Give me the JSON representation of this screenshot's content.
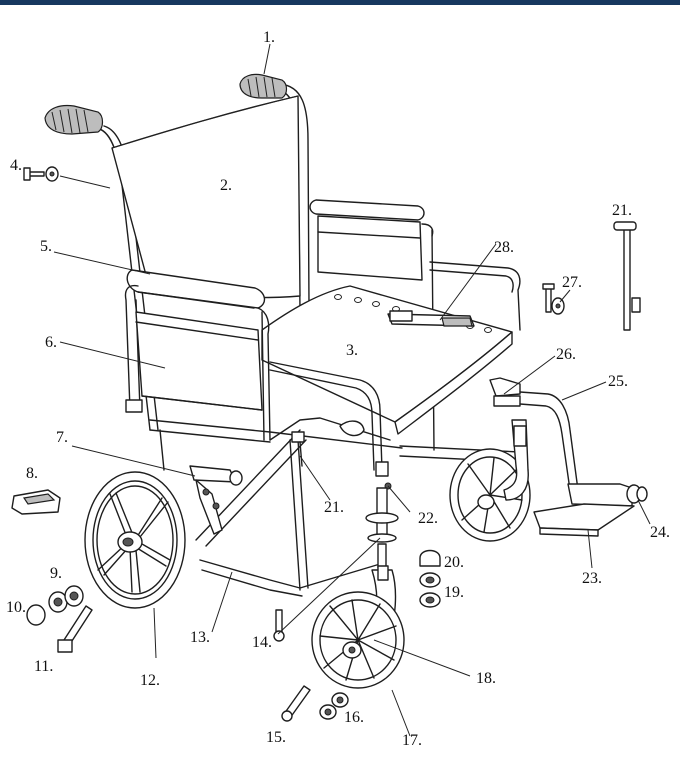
{
  "callouts": [
    {
      "id": "1",
      "text": "1."
    },
    {
      "id": "2",
      "text": "2."
    },
    {
      "id": "3",
      "text": "3."
    },
    {
      "id": "4",
      "text": "4."
    },
    {
      "id": "5",
      "text": "5."
    },
    {
      "id": "6",
      "text": "6."
    },
    {
      "id": "7",
      "text": "7."
    },
    {
      "id": "8",
      "text": "8."
    },
    {
      "id": "9",
      "text": "9."
    },
    {
      "id": "10",
      "text": "10."
    },
    {
      "id": "11",
      "text": "11."
    },
    {
      "id": "12",
      "text": "12."
    },
    {
      "id": "13",
      "text": "13."
    },
    {
      "id": "14",
      "text": "14."
    },
    {
      "id": "15",
      "text": "15."
    },
    {
      "id": "16",
      "text": "16."
    },
    {
      "id": "17",
      "text": "17."
    },
    {
      "id": "18",
      "text": "18."
    },
    {
      "id": "19",
      "text": "19."
    },
    {
      "id": "20",
      "text": "20."
    },
    {
      "id": "21a",
      "text": "21."
    },
    {
      "id": "21b",
      "text": "21."
    },
    {
      "id": "22",
      "text": "22."
    },
    {
      "id": "23",
      "text": "23."
    },
    {
      "id": "24",
      "text": "24."
    },
    {
      "id": "25",
      "text": "25."
    },
    {
      "id": "26",
      "text": "26."
    },
    {
      "id": "27",
      "text": "27."
    },
    {
      "id": "28",
      "text": "28."
    }
  ],
  "colors": {
    "top_bar": "#17385f",
    "line": "#1e1e1e"
  }
}
